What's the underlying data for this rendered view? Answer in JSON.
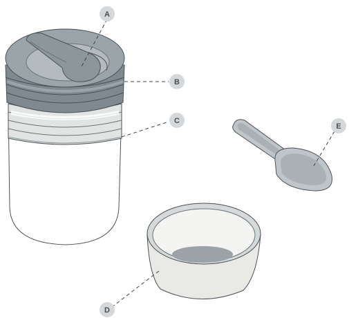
{
  "figure": {
    "callouts": [
      {
        "id": "A",
        "label": "A",
        "part": "lid-opening"
      },
      {
        "id": "B",
        "label": "B",
        "part": "lid"
      },
      {
        "id": "C",
        "label": "C",
        "part": "container-body"
      },
      {
        "id": "D",
        "label": "D",
        "part": "inner-bowl"
      },
      {
        "id": "E",
        "label": "E",
        "part": "spoon"
      }
    ]
  },
  "colors": {
    "outline": "#4a5054",
    "lid_dark": "#7f8a90",
    "lid_mid": "#9aa4a9",
    "lid_light": "#b3bbbf",
    "body_fill": "#ffffff",
    "ring_fill": "#e2e4e4",
    "bowl_outer": "#e9e9e6",
    "bowl_rim": "#d6d9da",
    "bowl_inner": "#f4f4f2",
    "bowl_bottom": "#9ba3a7",
    "spoon_fill": "#bfc5c8",
    "spoon_inner": "#a9b1b5",
    "badge_fill": "#d4d8da",
    "badge_text": "#4a4f52",
    "leader": "#3c4144"
  }
}
